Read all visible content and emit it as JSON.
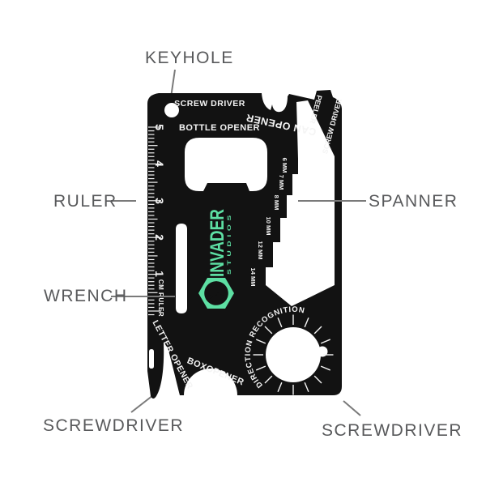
{
  "product": {
    "type": "multi-tool-card",
    "colors": {
      "card": "#121212",
      "card_text": "#f4f4f4",
      "logo_green": "#5ddfa3",
      "callout_text": "#58595b",
      "callout_line": "#7a7a7a",
      "background": "#ffffff"
    },
    "card_labels": {
      "screw_driver_top": "SCREW DRIVER",
      "bottle_opener": "BOTTLE OPENER",
      "can_opener": "CAN OPENER",
      "screw_driver_right": "SCREW DRIVER",
      "peeler": "PEELER",
      "cm_ruler": "CM RULER",
      "letter_opener": "LETTER OPENER",
      "box_opener": "BOXOPENER",
      "direction_recognition": "DIRECTION RECOGNITION"
    },
    "logo": {
      "name": "INVADER",
      "sub": "STUDIOS"
    },
    "ruler_numbers": [
      "5",
      "4",
      "3",
      "2",
      "1"
    ],
    "spanner_sizes": [
      "6 MM",
      "7 MM",
      "8 MM",
      "10 MM",
      "12 MM",
      "14 MM"
    ]
  },
  "annotations": [
    {
      "id": "keyhole",
      "label": "KEYHOLE"
    },
    {
      "id": "ruler",
      "label": "RULER"
    },
    {
      "id": "wrench",
      "label": "WRENCH"
    },
    {
      "id": "spanner",
      "label": "SPANNER"
    },
    {
      "id": "screwdriver_left",
      "label": "SCREWDRIVER"
    },
    {
      "id": "screwdriver_right",
      "label": "SCREWDRIVER"
    }
  ]
}
